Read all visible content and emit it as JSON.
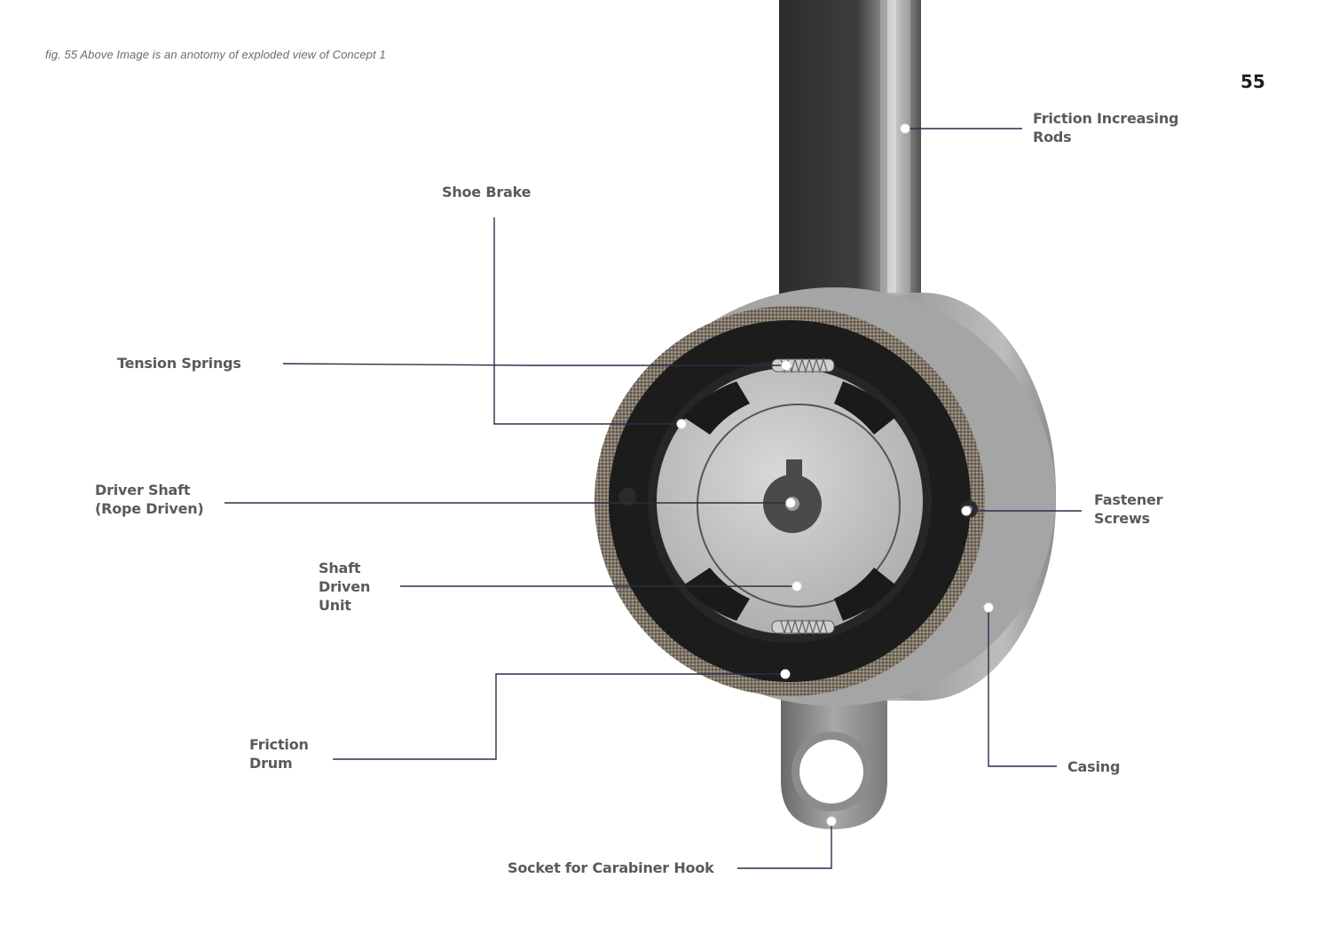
{
  "caption": "fig. 55  Above Image is an anotomy of exploded view of Concept 1",
  "page_number": "55",
  "colors": {
    "leader_line": "#2a2f4a",
    "label_text": "#5a5a5a",
    "metal_dark": "#3a3a3a",
    "metal_light": "#b8b8b8",
    "friction_lining": "#8a7f72"
  },
  "labels": {
    "friction_rods": [
      "Friction Increasing",
      "Rods"
    ],
    "shoe_brake": [
      "Shoe Brake"
    ],
    "tension_springs": [
      "Tension Springs"
    ],
    "driver_shaft": [
      "Driver Shaft",
      "(Rope Driven)"
    ],
    "fastener_screws": [
      "Fastener",
      "Screws"
    ],
    "shaft_driven_unit": [
      "Shaft",
      "Driven",
      "Unit"
    ],
    "friction_drum": [
      "Friction",
      "Drum"
    ],
    "casing": [
      "Casing"
    ],
    "socket": [
      "Socket for Carabiner Hook"
    ]
  }
}
